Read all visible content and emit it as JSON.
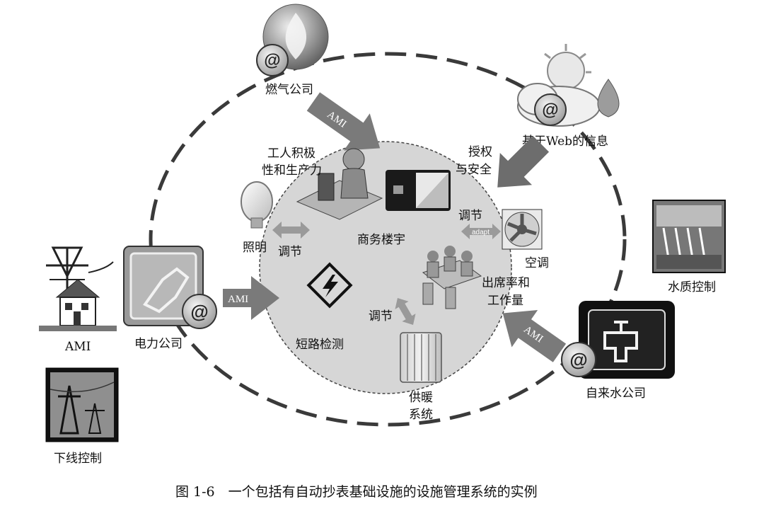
{
  "labels": {
    "gas_company": "燃气公司",
    "web_info": "基于Web的信息",
    "auth_security_1": "授权",
    "auth_security_2": "与安全",
    "worker_1": "工人积极",
    "worker_2": "性和生产力",
    "lighting": "照明",
    "adjust_light": "调节",
    "commercial_building": "商务楼宇",
    "adjust_ac": "调节",
    "adapt": "adapt",
    "air_conditioning": "空调",
    "attendance_1": "出席率和",
    "attendance_2": "工作量",
    "adjust_heating": "调节",
    "short_circuit": "短路检测",
    "heating_1": "供暖",
    "heating_2": "系统",
    "power_company": "电力公司",
    "ami_left": "AMI",
    "water_company": "自来水公司",
    "water_quality": "水质控制",
    "offline_control": "下线控制",
    "ami_arrow_gas": "AMI",
    "ami_arrow_power": "AMI",
    "ami_arrow_water": "AMI",
    "at_symbol": "@"
  },
  "caption": "图 1-6　一个包括有自动抄表基础设施的设施管理系统的实例"
}
